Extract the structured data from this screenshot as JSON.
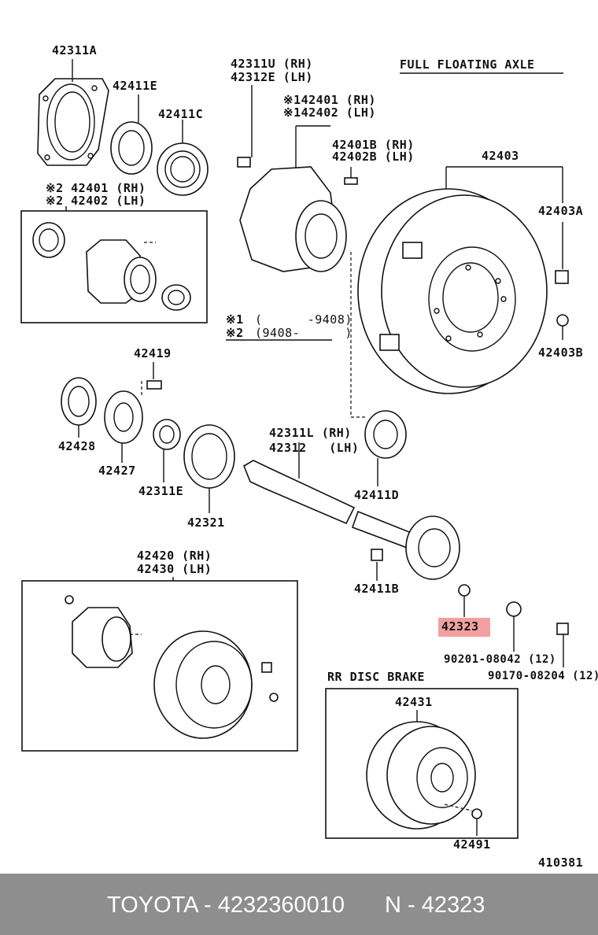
{
  "title": "FULL FLOATING AXLE",
  "drawing_number": "410381",
  "section_disc_brake": "RR DISC BRAKE",
  "legend": {
    "note1_mark": "※1",
    "note1_range": "(      -9408)",
    "note2_mark": "※2",
    "note2_range": "(9408-      )"
  },
  "labels": {
    "p42311A": "42311A",
    "p42411E": "42411E",
    "p42411C": "42411C",
    "p42401_rh": "※2 42401 (RH)",
    "p42402_lh": "※2 42402 (LH)",
    "p42311U": "42311U (RH)",
    "p42312E": "42312E (LH)",
    "p142401": "※142401 (RH)",
    "p142402": "※142402 (LH)",
    "p42401B": "42401B (RH)",
    "p42402B": "42402B (LH)",
    "p42403": "42403",
    "p42403A": "42403A",
    "p42403B": "42403B",
    "p42419": "42419",
    "p42428": "42428",
    "p42427": "42427",
    "p42311E": "42311E",
    "p42321": "42321",
    "p42311L": "42311L (RH)",
    "p42312": "42312   (LH)",
    "p42411D": "42411D",
    "p42411B": "42411B",
    "p42323": "42323",
    "p90201": "90201-08042 (12)",
    "p90170": "90170-08204 (12)",
    "p42420": "42420 (RH)",
    "p42430": "42430 (LH)",
    "p42431": "42431",
    "p42491": "42491"
  },
  "highlight_color": "#f2a0a0",
  "footer": {
    "brand_line": "TOYOTA - 4232360010",
    "part_line": "N - 42323",
    "background": "#8e8e8e"
  }
}
